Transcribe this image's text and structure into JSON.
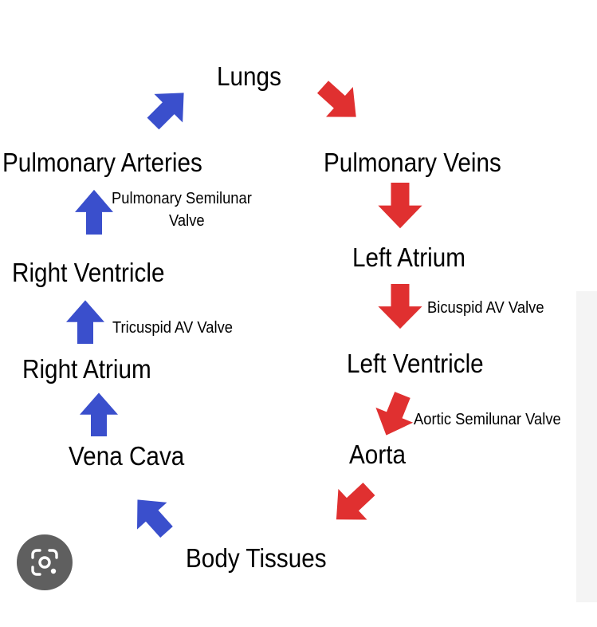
{
  "nodes": {
    "lungs": "Lungs",
    "pulmonary_veins": "Pulmonary Veins",
    "left_atrium": "Left Atrium",
    "left_ventricle": "Left Ventricle",
    "aorta": "Aorta",
    "body_tissues": "Body Tissues",
    "vena_cava": "Vena Cava",
    "right_atrium": "Right Atrium",
    "right_ventricle": "Right Ventricle",
    "pulmonary_arteries": "Pulmonary Arteries"
  },
  "valves": {
    "bicuspid": "Bicuspid AV Valve",
    "aortic_semilunar": "Aortic Semilunar Valve",
    "tricuspid": "Tricuspid AV Valve",
    "pulmonary_semilunar_line1": "Pulmonary Semilunar",
    "pulmonary_semilunar_line2": "Valve"
  },
  "colors": {
    "oxygenated_arrow": "#e03030",
    "deoxygenated_arrow": "#3a4fcc",
    "lens_button_bg": "#5f5f5f"
  },
  "overlay": {
    "lens_icon": "lens-camera-icon"
  }
}
